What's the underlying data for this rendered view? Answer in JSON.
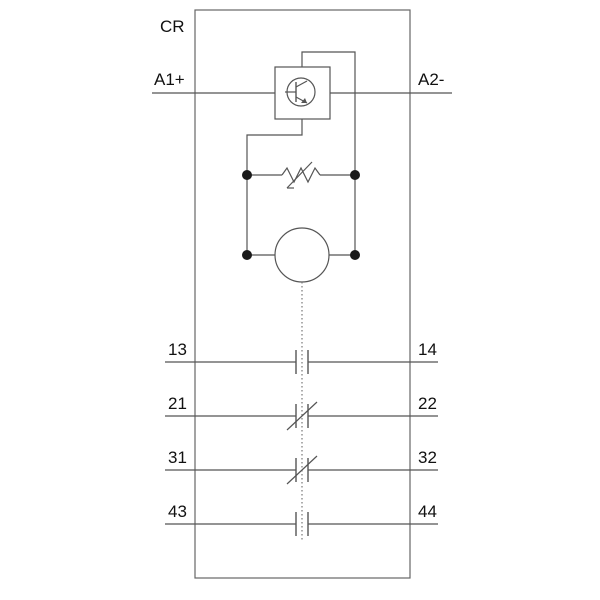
{
  "device": {
    "tag": "CR"
  },
  "coil": {
    "left_terminal": "A1+",
    "right_terminal": "A2-"
  },
  "contacts": [
    {
      "left": "13",
      "right": "14",
      "type": "NO"
    },
    {
      "left": "21",
      "right": "22",
      "type": "NC"
    },
    {
      "left": "31",
      "right": "32",
      "type": "NC"
    },
    {
      "left": "43",
      "right": "44",
      "type": "NO"
    }
  ],
  "colors": {
    "line": "#555555",
    "frame": "#666666",
    "text": "#111111",
    "terminal": "#1a1a1a"
  }
}
